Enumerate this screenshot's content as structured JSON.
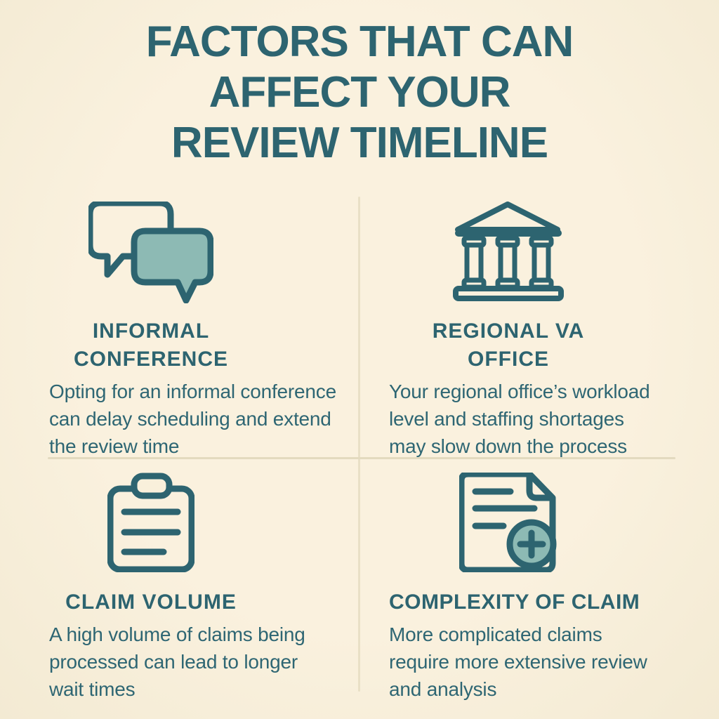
{
  "page": {
    "background_color": "#f9f0db",
    "accent_color": "#2d6470",
    "icon_fill_color": "#8dbab4",
    "divider_color": "#e5dcc2"
  },
  "header": {
    "title": "FACTORS THAT CAN AFFECT YOUR REVIEW TIMELINE",
    "lines": [
      "FACTORS THAT CAN",
      "AFFECT YOUR",
      "REVIEW TIMELINE"
    ]
  },
  "factors": [
    {
      "id": "informal-conference",
      "icon": "speech-bubbles-icon",
      "heading": "INFORMAL CONFERENCE",
      "heading_lines": [
        "INFORMAL",
        "CONFERENCE"
      ],
      "description": "Opting for an informal conference can delay scheduling and extend the review time",
      "description_lines": [
        "Opting for an informal conference",
        "can delay scheduling and extend",
        "the review time"
      ]
    },
    {
      "id": "regional-va-office",
      "icon": "government-building-icon",
      "heading": "REGIONAL VA OFFICE",
      "heading_lines": [
        "REGIONAL VA",
        "OFFICE"
      ],
      "description": "Your regional office’s workload level and staffing shortages may slow down the process",
      "description_lines": [
        "Your regional office’s workload",
        "level and staffing shortages",
        "may slow down the process"
      ]
    },
    {
      "id": "claim-volume",
      "icon": "clipboard-icon",
      "heading": "CLAIM VOLUME",
      "heading_lines": [
        "CLAIM VOLUME"
      ],
      "description": "A high volume of claims being processed can lead to longer wait times",
      "description_lines": [
        "A high volume of claims being",
        "processed can lead to longer",
        "wait times"
      ]
    },
    {
      "id": "complexity-of-claim",
      "icon": "document-plus-icon",
      "heading": "COMPLEXITY OF CLAIM",
      "heading_lines": [
        "COMPLEXITY OF CLAIM"
      ],
      "description": "More complicated claims require more extensive review and analysis",
      "description_lines": [
        "More complicated claims",
        "require more extensive review",
        "and analysis"
      ]
    }
  ]
}
